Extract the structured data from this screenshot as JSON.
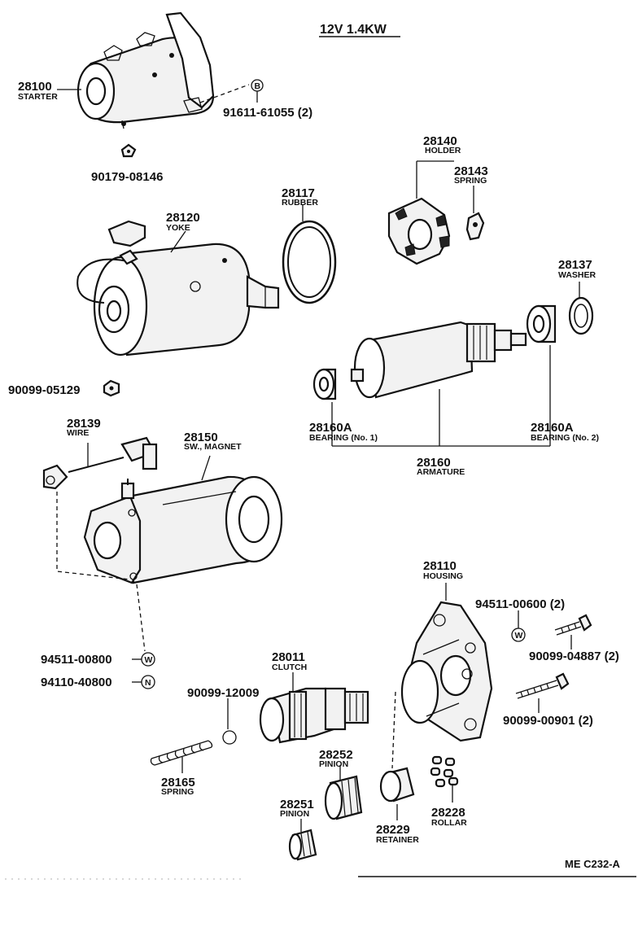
{
  "title": "12V 1.4KW",
  "catalog_code": "ME  C232-A",
  "parts": {
    "starter": {
      "number": "28100",
      "name": "STARTER"
    },
    "bolt_b": {
      "number": "91611-61055 (2)",
      "marker": "B"
    },
    "nut_90179": {
      "number": "90179-08146"
    },
    "yoke": {
      "number": "28120",
      "name": "YOKE"
    },
    "rubber": {
      "number": "28117",
      "name": "RUBBER"
    },
    "holder": {
      "number": "28140",
      "name": "HOLDER"
    },
    "spring_28143": {
      "number": "28143",
      "name": "SPRING"
    },
    "washer": {
      "number": "28137",
      "name": "WASHER"
    },
    "nut_90099_05129": {
      "number": "90099-05129"
    },
    "wire": {
      "number": "28139",
      "name": "WIRE"
    },
    "sw_magnet": {
      "number": "28150",
      "name": "SW., MAGNET"
    },
    "bearing_1": {
      "number": "28160A",
      "name": "BEARING (No. 1)"
    },
    "bearing_2": {
      "number": "28160A",
      "name": "BEARING (No. 2)"
    },
    "armature": {
      "number": "28160",
      "name": "ARMATURE"
    },
    "housing": {
      "number": "28110",
      "name": "HOUSING"
    },
    "washer_w_top": {
      "number": "94511-00600 (2)",
      "marker": "W"
    },
    "bolt_04887": {
      "number": "90099-04887 (2)"
    },
    "bolt_00901": {
      "number": "90099-00901 (2)"
    },
    "washer_w_left": {
      "number": "94511-00800",
      "marker": "W"
    },
    "nut_n_left": {
      "number": "94110-40800",
      "marker": "N"
    },
    "clutch": {
      "number": "28011",
      "name": "CLUTCH"
    },
    "ball_12009": {
      "number": "90099-12009"
    },
    "spring_28165": {
      "number": "28165",
      "name": "SPRING"
    },
    "pinion_28252": {
      "number": "28252",
      "name": "PINION"
    },
    "pinion_28251": {
      "number": "28251",
      "name": "PINION"
    },
    "retainer": {
      "number": "28229",
      "name": "RETAINER"
    },
    "roller": {
      "number": "28228",
      "name": "ROLLAR"
    }
  }
}
